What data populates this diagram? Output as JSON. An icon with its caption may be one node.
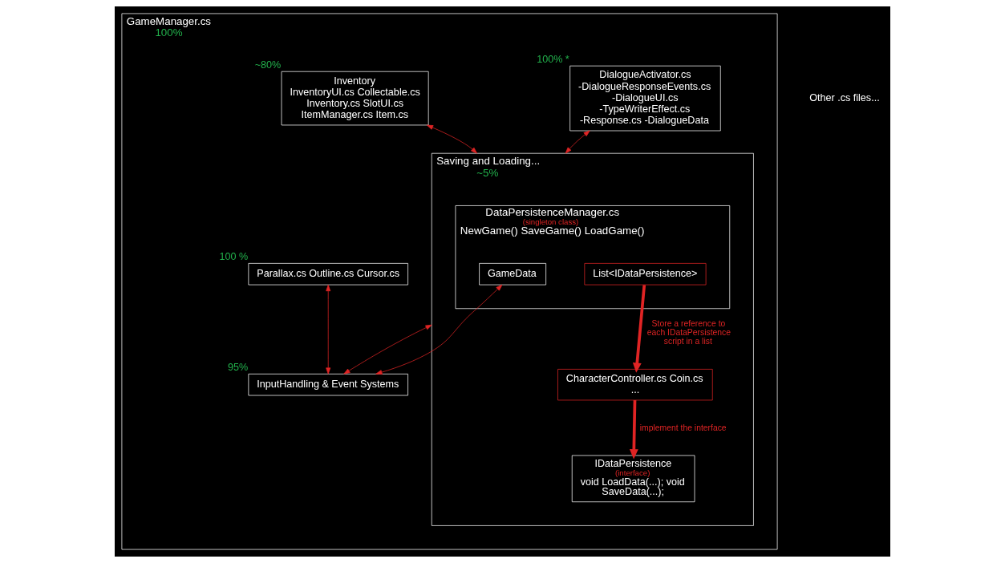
{
  "diagram": {
    "nodes": [
      {
        "text": [
          "GameManager.cs"
        ],
        "beside": [
          "100%"
        ]
      },
      {
        "text": [
          "Saving and Loading..."
        ],
        "beside": [
          "~5%"
        ],
        "in": 0
      },
      {
        "text": [
          "DataPersistenceManager.cs",
          "(singleton class)",
          "NewGame() SaveGame() LoadGame()"
        ],
        "in": 1
      },
      {
        "text": [
          "GameData"
        ],
        "in": 2
      },
      {
        "text": [
          "List<IDataPersistence>"
        ],
        "in": 2
      },
      {
        "text": [
          "IDataPersistence",
          "(interface)",
          "void LoadData(...); void SaveData(...);"
        ],
        "in": 1
      },
      {
        "text": [
          "CharacterController.cs Coin.cs ..."
        ],
        "in": 1
      },
      {
        "text": [
          "DialogueActivator.cs",
          "-DialogueResponseEvents.cs -DialogueUI.cs -TypeWriterEffect.cs -Response.cs -DialogueData"
        ],
        "beside": [
          "100% *"
        ],
        "in": 0
      },
      {
        "text": [
          "Inventory",
          "InventoryUI.cs Collectable.cs Inventory.cs SlotUI.cs ItemManager.cs Item.cs"
        ],
        "beside": [
          "~80%"
        ],
        "in": 0
      },
      {
        "text": [
          "Parallax.cs Outline.cs Cursor.cs"
        ],
        "beside": [
          "100 %"
        ],
        "in": 0
      },
      {
        "text": [
          "InputHandling & Event Systems"
        ],
        "beside": [
          "95%"
        ],
        "in": 0
      }
    ],
    "edges": [
      {
        "from": 4,
        "to": 6,
        "arrow": "to",
        "label": "Store a reference to each IDataPersistence script in a list",
        "style": "thick"
      },
      {
        "from": 6,
        "to": 5,
        "arrow": "to",
        "label": "implement the interface",
        "style": "thick"
      },
      {
        "from": 7,
        "to": 1,
        "arrow": "both"
      },
      {
        "from": 8,
        "to": 1,
        "arrow": "both"
      },
      {
        "from": 1,
        "to": 10,
        "arrow": "both"
      },
      {
        "from": 9,
        "to": 10,
        "arrow": "both"
      },
      {
        "from": 10,
        "to": 0,
        "arrow": "both"
      }
    ],
    "labels": [
      "Other .cs files..."
    ]
  }
}
